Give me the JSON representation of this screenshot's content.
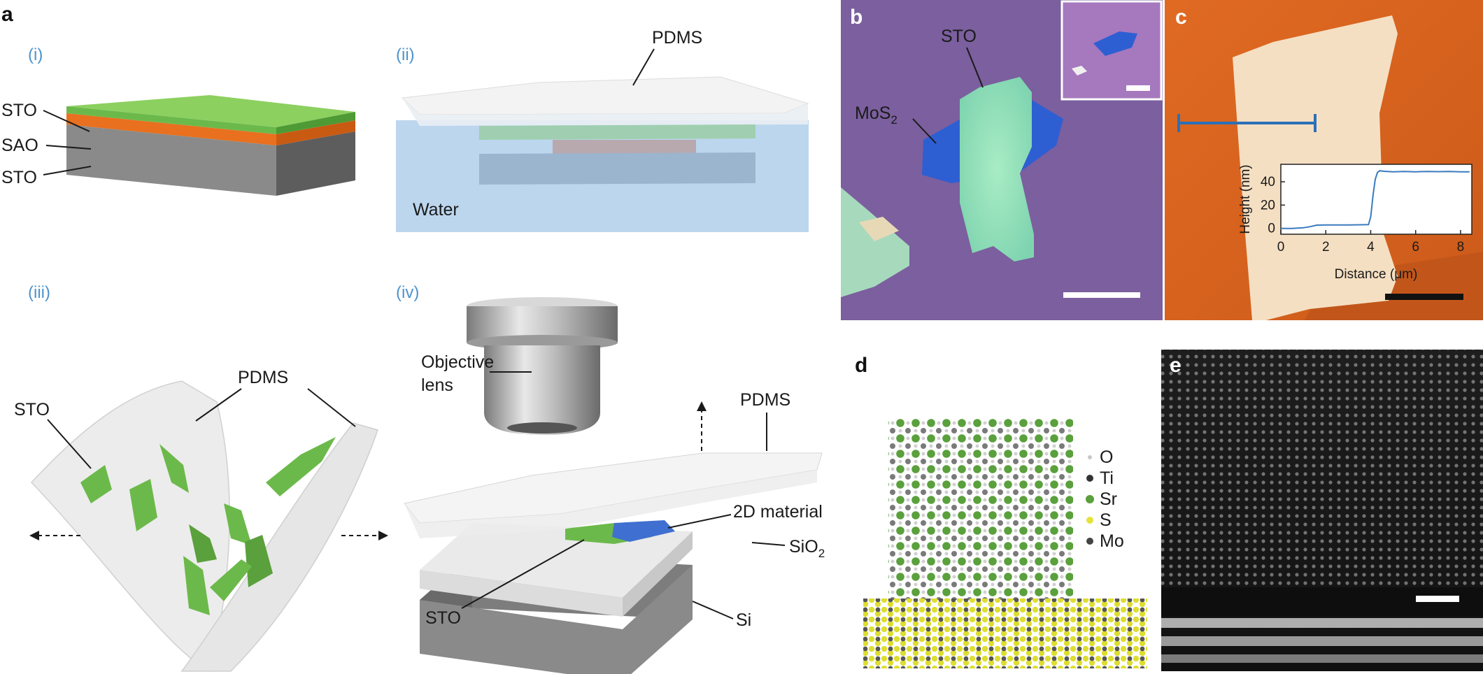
{
  "panels": {
    "a": "a",
    "b": "b",
    "c": "c",
    "d": "d",
    "e": "e"
  },
  "sub_panels": {
    "i": "(i)",
    "ii": "(ii)",
    "iii": "(iii)",
    "iv": "(iv)"
  },
  "panel_a_i": {
    "layer_top": "STO",
    "layer_mid": "SAO",
    "layer_bottom": "STO"
  },
  "panel_a_ii": {
    "pdms": "PDMS",
    "water": "Water"
  },
  "panel_a_iii": {
    "sto": "STO",
    "pdms": "PDMS"
  },
  "panel_a_iv": {
    "objective_line1": "Objective",
    "objective_line2": "lens",
    "pdms": "PDMS",
    "material": "2D material",
    "sio2_base": "SiO",
    "sio2_sub": "2",
    "sto": "STO",
    "si": "Si"
  },
  "panel_b": {
    "sto": "STO",
    "mos2_base": "MoS",
    "mos2_sub": "2"
  },
  "panel_c_inset": {
    "chart_data": {
      "type": "line",
      "xlabel": "Distance (μm)",
      "ylabel": "Height (nm)",
      "xlim": [
        0,
        8.5
      ],
      "ylim": [
        -5,
        55
      ],
      "x_ticks": [
        0,
        2,
        4,
        6,
        8
      ],
      "y_ticks": [
        0,
        20,
        40
      ],
      "x_tick_labels": [
        "0",
        "2",
        "4",
        "6",
        "8"
      ],
      "y_tick_labels": [
        "0",
        "20",
        "40"
      ],
      "series": [
        {
          "x": [
            0,
            0.5,
            1.0,
            1.3,
            1.6,
            2.0,
            2.5,
            3.0,
            3.5,
            3.9,
            4.0,
            4.1,
            4.2,
            4.3,
            4.4,
            4.6,
            5.0,
            5.5,
            6.0,
            6.5,
            7.0,
            7.5,
            8.0,
            8.4
          ],
          "y": [
            0,
            0,
            0.5,
            1.5,
            2.8,
            3.0,
            2.9,
            3.0,
            3.1,
            3.2,
            10,
            28,
            42,
            48,
            49.5,
            49,
            48.5,
            48.8,
            48.6,
            48.9,
            48.7,
            48.8,
            48.5,
            48.6
          ]
        }
      ],
      "grid": false,
      "line_color": "#3a7bbf"
    }
  },
  "panel_d_legend": [
    {
      "label": "O",
      "color": "#c8c8c8",
      "r": 3
    },
    {
      "label": "Ti",
      "color": "#333333",
      "r": 5
    },
    {
      "label": "Sr",
      "color": "#5aa03c",
      "r": 6
    },
    {
      "label": "S",
      "color": "#e3e33a",
      "r": 5
    },
    {
      "label": "Mo",
      "color": "#444444",
      "r": 5
    }
  ],
  "colors": {
    "sto_green": "#6cb94b",
    "sao_orange": "#e8701e",
    "substrate_gray": "#7d7d7d",
    "water_blue": "#bcd6ee",
    "optical_purple": "#7b5f9e",
    "afm_orange": "#d96420",
    "accent_blue": "#4f93cc"
  }
}
